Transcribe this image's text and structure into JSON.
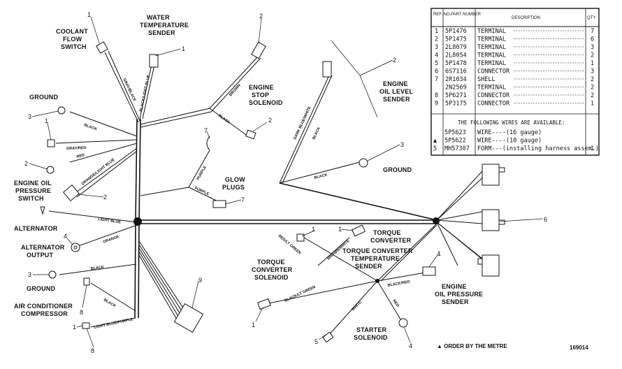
{
  "labels": {
    "coolant_flow_switch": [
      "COOLANT",
      "FLOW",
      "SWITCH"
    ],
    "water_temp_sender": [
      "WATER",
      "TEMPERATURE",
      "SENDER"
    ],
    "ground_top": "GROUND",
    "engine_stop_solenoid": [
      "ENGINE",
      "STOP",
      "SOLENOID"
    ],
    "engine_oil_level_sender": [
      "ENGINE",
      "OIL LEVEL",
      "SENDER"
    ],
    "ground_right": "GROUND",
    "glow_plugs": [
      "GLOW",
      "PLUGS"
    ],
    "engine_oil_pressure_switch": [
      "ENGINE OIL",
      "PRESSURE",
      "SWITCH"
    ],
    "alternator": "ALTERNATOR",
    "alternator_output": [
      "ALTERNATOR",
      "OUTPUT"
    ],
    "ground_bottom": "GROUND",
    "air_conditioner_compressor": [
      "AIR CONDITIONER",
      "COMPRESSOR"
    ],
    "torque_converter": [
      "TORQUE",
      "CONVERTER"
    ],
    "torque_converter_solenoid": [
      "TORQUE",
      "CONVERTER",
      "SOLENOID"
    ],
    "torque_converter_temp_sender": [
      "TORQUE CONVERTER",
      "TEMPERATURE",
      "SENDER"
    ],
    "engine_oil_pressure_sender": [
      "ENGINE",
      "OIL PRESSURE",
      "SENDER"
    ],
    "starter_solenoid": [
      "STARTER",
      "SOLENOID"
    ]
  },
  "wires": {
    "gray_black": "GRAY/BLACK",
    "black_light_blue": "BLACK/LIGHT BLUE",
    "brown": "BROWN",
    "black_stop": "BLACK",
    "black_ground": "BLACK",
    "gray_red": "GRAY/RED",
    "red": "RED",
    "orange_light_blue": "ORANGE/LIGHT BLUE",
    "purple_1": "PURPLE",
    "purple_2": "PURPLE",
    "dark_blue_white": "DARK BLUE/WHITE",
    "black_oil_level": "BLACK",
    "black_right_ground": "BLACK",
    "light_blue": "LIGHT BLUE",
    "orange": "ORANGE",
    "black_bottom_ground": "BLACK",
    "black_ac": "BLACK",
    "light_blue_purple": "LIGHT BLUE/PURPLE",
    "red_lt_green": "RED/LT GREEN",
    "brown_white": "BROWN/WHITE",
    "black_lt_green": "BLACK/LT GREEN",
    "black_red": "BLACK/RED",
    "white": "WHITE",
    "red_starter": "RED"
  },
  "refs": {
    "r_coolant": "1",
    "r_water": "1",
    "r_stop_top": "2",
    "r_oil_level": "2",
    "r_ground_top": "3",
    "r_stop_bottom": "2",
    "r_gray_red": "1",
    "r_glow_top": "7",
    "r_oil_switch": "2",
    "r_ground_right": "3",
    "r_oil_press_conn": "2",
    "r_glow_bottom": "7",
    "r_right_conn": "6",
    "r_alt_out": "4",
    "r_torque_1": "1",
    "r_torque_2": "1",
    "r_ground_bottom": "3",
    "r_ac_8": "8",
    "r_ac_bottom_8": "8",
    "r_ac_bottom_1": "1",
    "r_tc_sol": "1",
    "r_conn_9": "9",
    "r_oil_sender": "1",
    "r_starter_5": "5",
    "r_starter_4": "4"
  },
  "parts_table": {
    "headers": [
      "REF. NO.",
      "PART NUMBER",
      "DESCRIPTION",
      "QTY"
    ],
    "rows": [
      {
        "ref": "1",
        "part": "5P1476",
        "desc": "TERMINAL",
        "qty": "7"
      },
      {
        "ref": "2",
        "part": "5P1475",
        "desc": "TERMINAL",
        "qty": "6"
      },
      {
        "ref": "3",
        "part": "2L8079",
        "desc": "TERMINAL",
        "qty": "3"
      },
      {
        "ref": "4",
        "part": "2L8054",
        "desc": "TERMINAL",
        "qty": "2"
      },
      {
        "ref": "5",
        "part": "5P1478",
        "desc": "TERMINAL",
        "qty": "1"
      },
      {
        "ref": "6",
        "part": "6S7116",
        "desc": "CONNECTOR",
        "qty": "3"
      },
      {
        "ref": "7",
        "part": "2R1034",
        "desc": "SHELL",
        "qty": "2"
      },
      {
        "ref": "",
        "part": "2N2569",
        "desc": "TERMINAL",
        "qty": "2"
      },
      {
        "ref": "8",
        "part": "5P6271",
        "desc": "CONNECTOR",
        "qty": "2"
      },
      {
        "ref": "9",
        "part": "5P3175",
        "desc": "CONNECTOR",
        "qty": "1"
      }
    ],
    "note": "THE FOLLOWING WIRES ARE AVAILABLE:",
    "wire_rows": [
      {
        "mark": "",
        "part": "5P5623",
        "desc": "WIRE----(16 gauge)",
        "qty": ""
      },
      {
        "mark": "▲",
        "part": "5P5622",
        "desc": "WIRE----(10 gauge)",
        "qty": ""
      },
      {
        "mark": "5",
        "part": "MH57307",
        "desc": "FORM---(installing harness assem.)",
        "qty": "1"
      }
    ]
  },
  "footer": {
    "order_note": "▲ ORDER BY THE METRE",
    "figure_number": "169014"
  }
}
